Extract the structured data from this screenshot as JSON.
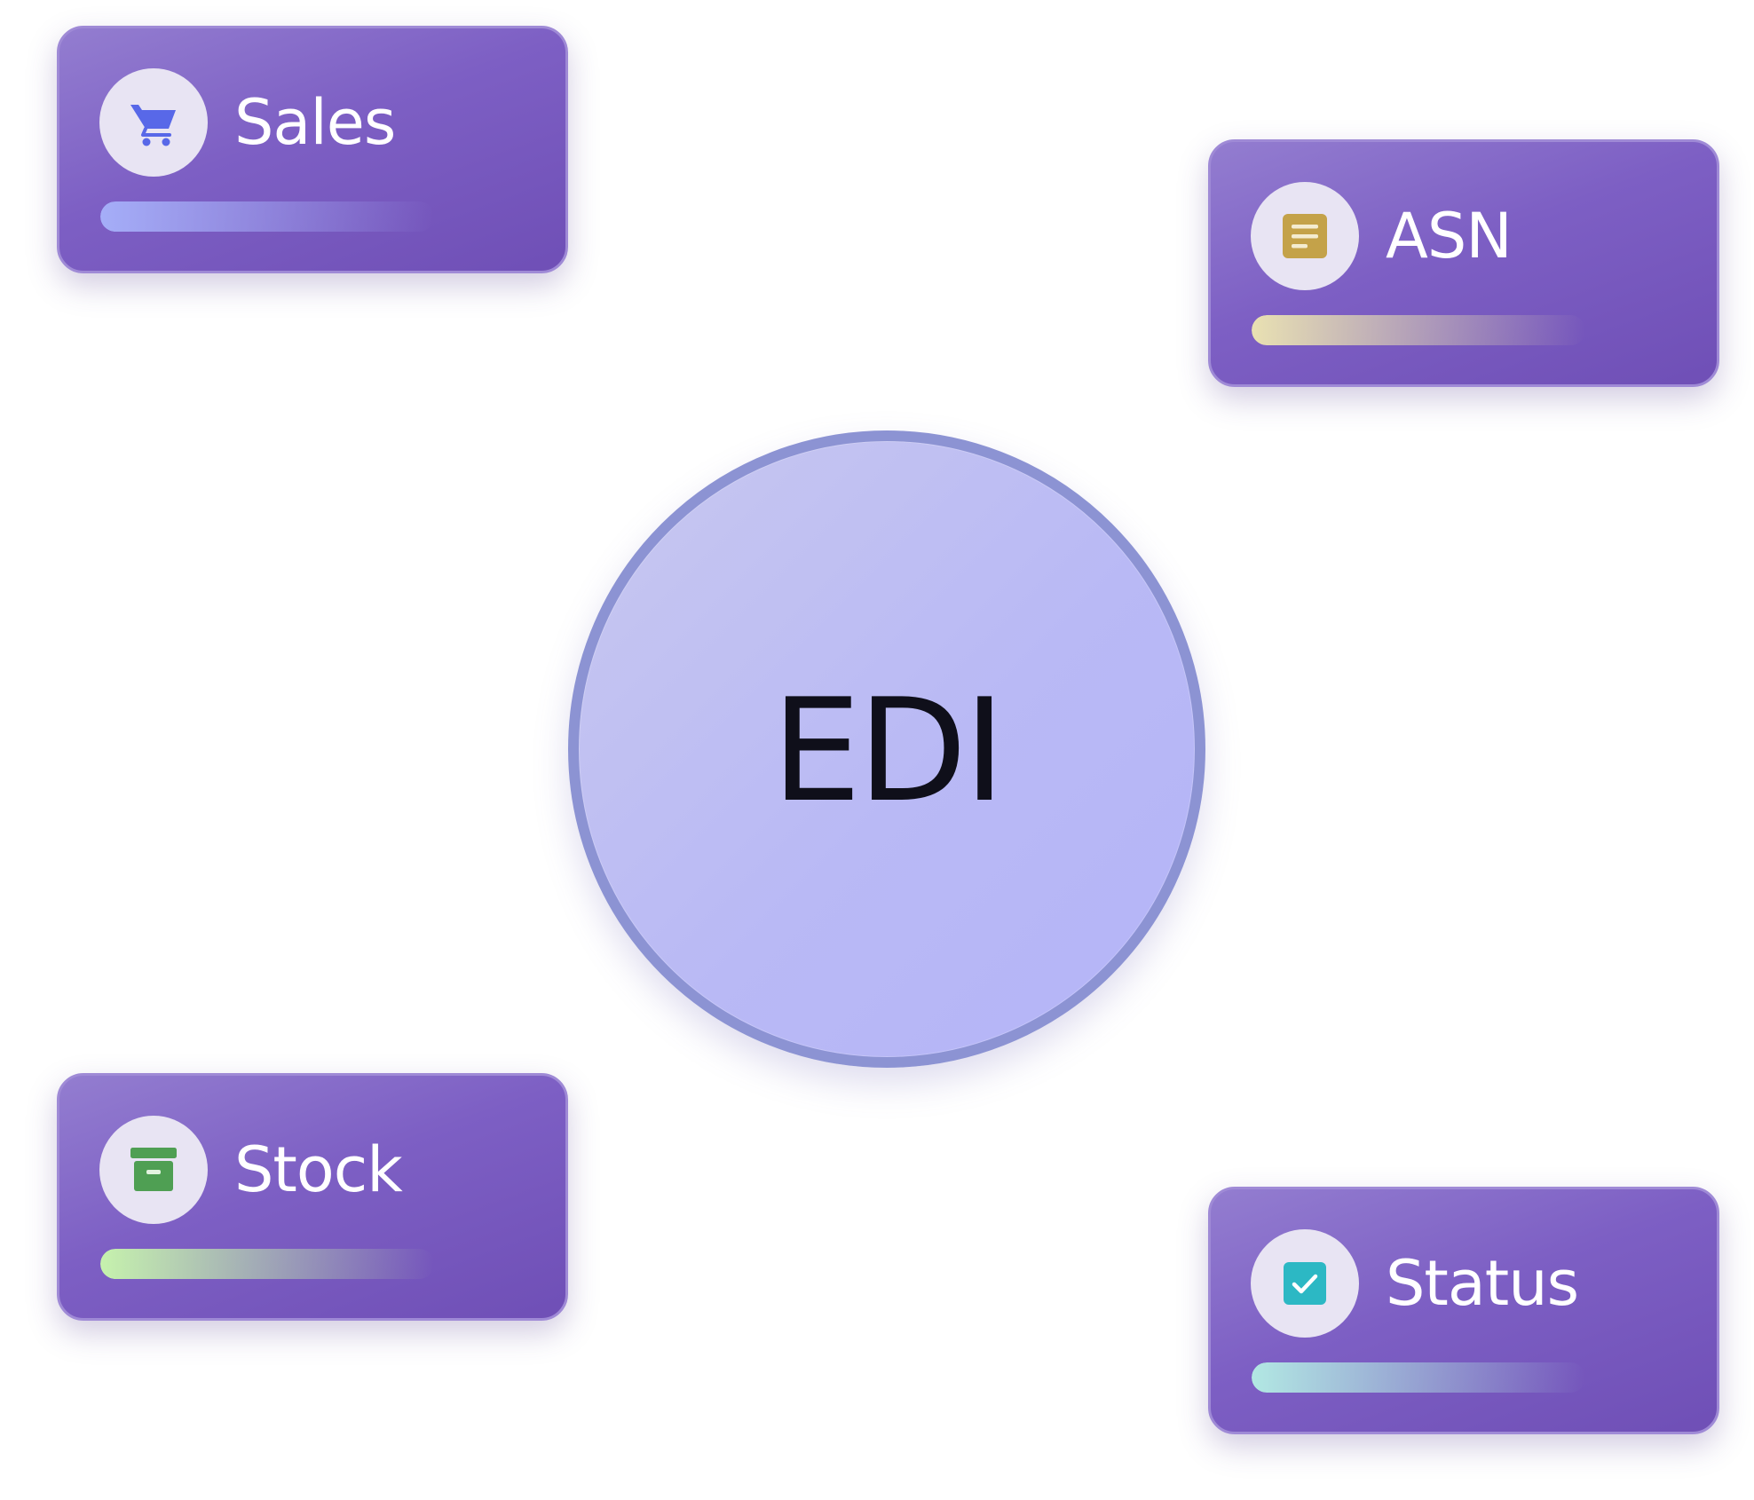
{
  "hub": {
    "label": "EDI"
  },
  "cards": [
    {
      "id": "sales",
      "label": "Sales",
      "icon": "shopping-cart-icon",
      "icon_color": "#5868e8",
      "bar_color": "#a5aef8",
      "progress": 0.8
    },
    {
      "id": "asn",
      "label": "ASN",
      "icon": "document-icon",
      "icon_color": "#c4a249",
      "bar_color": "#e9e1b2",
      "progress": 0.8
    },
    {
      "id": "stock",
      "label": "Stock",
      "icon": "archive-box-icon",
      "icon_color": "#4f9f53",
      "bar_color": "#c6f2ad",
      "progress": 0.8
    },
    {
      "id": "status",
      "label": "Status",
      "icon": "checkbox-icon",
      "icon_color": "#2cb8c4",
      "bar_color": "#b2e8e3",
      "progress": 0.8
    }
  ]
}
